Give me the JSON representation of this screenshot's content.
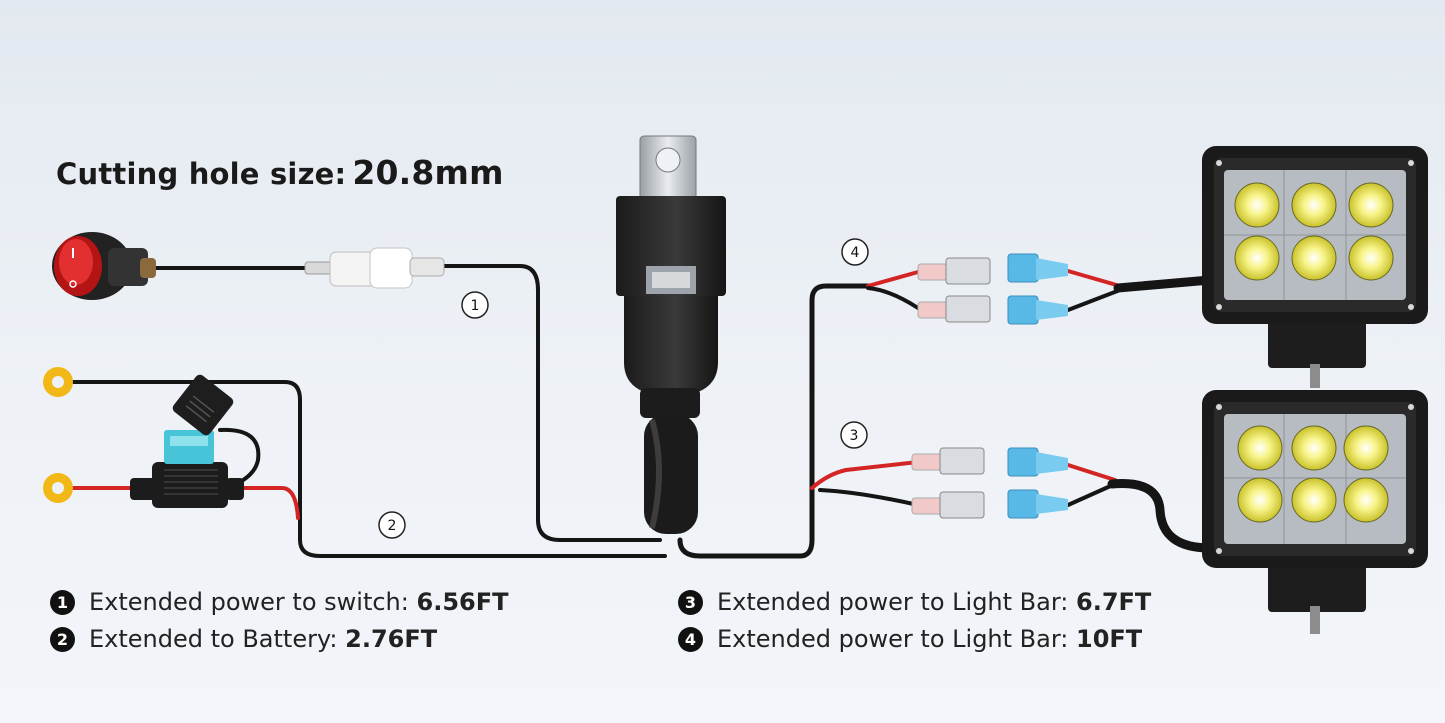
{
  "headline": {
    "label": "Cutting hole size:",
    "value": "20.8mm"
  },
  "callouts": [
    "1",
    "2",
    "3",
    "4"
  ],
  "legend": [
    {
      "num": "1",
      "text": "Extended power to switch:",
      "value": "6.56FT"
    },
    {
      "num": "2",
      "text": "Extended to Battery:",
      "value": "2.76FT"
    },
    {
      "num": "3",
      "text": "Extended power to Light Bar:",
      "value": "6.7FT"
    },
    {
      "num": "4",
      "text": "Extended power to Light Bar:",
      "value": "10FT"
    }
  ],
  "colors": {
    "wire_black": "#151515",
    "wire_red": "#d42525",
    "terminal_blue": "#58b9e6",
    "fuse_blue": "#47c4d8",
    "ring_yellow": "#f2b818",
    "switch_red": "#d81d1d",
    "led_yellow": "#f3ee55"
  }
}
